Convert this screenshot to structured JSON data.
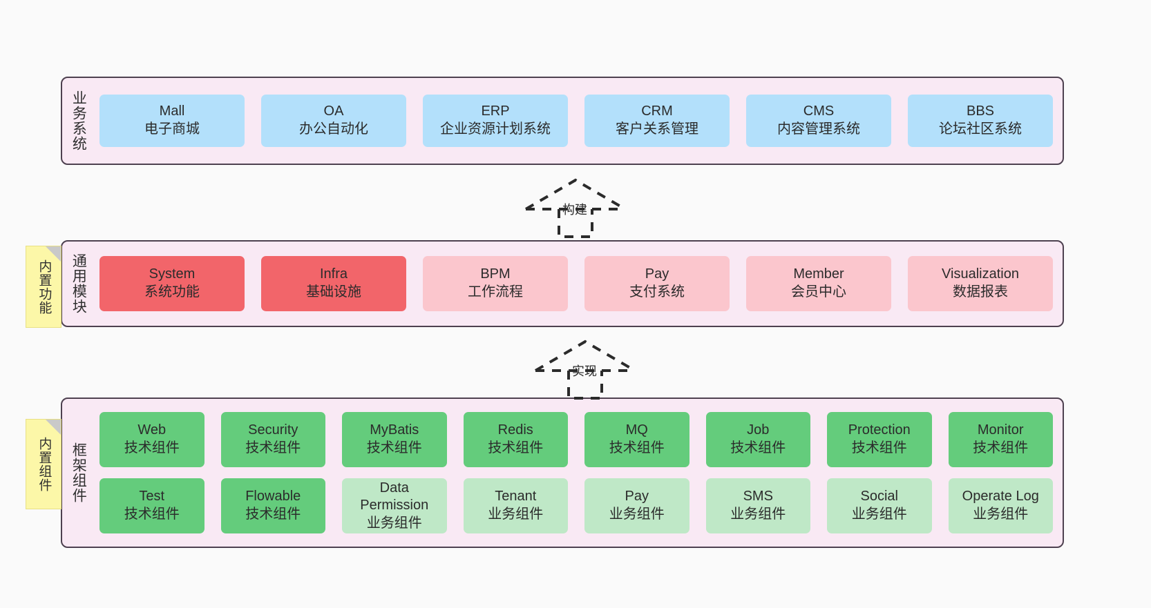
{
  "layers": [
    {
      "id": "business",
      "title": "业务系统",
      "rows": [
        {
          "cards": [
            {
              "name": "Mall",
              "sub": "电子商城",
              "color": "#b3e0fb"
            },
            {
              "name": "OA",
              "sub": "办公自动化",
              "color": "#b3e0fb"
            },
            {
              "name": "ERP",
              "sub": "企业资源计划系统",
              "color": "#b3e0fb"
            },
            {
              "name": "CRM",
              "sub": "客户关系管理",
              "color": "#b3e0fb"
            },
            {
              "name": "CMS",
              "sub": "内容管理系统",
              "color": "#b3e0fb"
            },
            {
              "name": "BBS",
              "sub": "论坛社区系统",
              "color": "#b3e0fb"
            }
          ]
        }
      ]
    },
    {
      "id": "modules",
      "title": "通用模块",
      "sticky": "内置功能",
      "rows": [
        {
          "cards": [
            {
              "name": "System",
              "sub": "系统功能",
              "color": "#f2656a"
            },
            {
              "name": "Infra",
              "sub": "基础设施",
              "color": "#f2656a"
            },
            {
              "name": "BPM",
              "sub": "工作流程",
              "color": "#fbc6cd"
            },
            {
              "name": "Pay",
              "sub": "支付系统",
              "color": "#fbc6cd"
            },
            {
              "name": "Member",
              "sub": "会员中心",
              "color": "#fbc6cd"
            },
            {
              "name": "Visualization",
              "sub": "数据报表",
              "color": "#fbc6cd"
            }
          ]
        }
      ]
    },
    {
      "id": "framework",
      "title": "框架组件",
      "sticky": "内置组件",
      "rows": [
        {
          "cards": [
            {
              "name": "Web",
              "sub": "技术组件",
              "color": "#64cc7c"
            },
            {
              "name": "Security",
              "sub": "技术组件",
              "color": "#64cc7c"
            },
            {
              "name": "MyBatis",
              "sub": "技术组件",
              "color": "#64cc7c"
            },
            {
              "name": "Redis",
              "sub": "技术组件",
              "color": "#64cc7c"
            },
            {
              "name": "MQ",
              "sub": "技术组件",
              "color": "#64cc7c"
            },
            {
              "name": "Job",
              "sub": "技术组件",
              "color": "#64cc7c"
            },
            {
              "name": "Protection",
              "sub": "技术组件",
              "color": "#64cc7c"
            },
            {
              "name": "Monitor",
              "sub": "技术组件",
              "color": "#64cc7c"
            }
          ]
        },
        {
          "cards": [
            {
              "name": "Test",
              "sub": "技术组件",
              "color": "#64cc7c"
            },
            {
              "name": "Flowable",
              "sub": "技术组件",
              "color": "#64cc7c"
            },
            {
              "name": "Data Permission",
              "sub": "业务组件",
              "color": "#bfe8c7"
            },
            {
              "name": "Tenant",
              "sub": "业务组件",
              "color": "#bfe8c7"
            },
            {
              "name": "Pay",
              "sub": "业务组件",
              "color": "#bfe8c7"
            },
            {
              "name": "SMS",
              "sub": "业务组件",
              "color": "#bfe8c7"
            },
            {
              "name": "Social",
              "sub": "业务组件",
              "color": "#bfe8c7"
            },
            {
              "name": "Operate Log",
              "sub": "业务组件",
              "color": "#bfe8c7"
            }
          ]
        }
      ]
    }
  ],
  "arrows": [
    {
      "id": "build",
      "label": "构建"
    },
    {
      "id": "impl",
      "label": "实现"
    }
  ],
  "colors": {
    "canvas": "#fafafa",
    "layer_background": "#f9e9f4",
    "layer_border": "#4d404f",
    "sticky_background": "#fcf7a8",
    "sticky_fold": "#c9c9c9",
    "arrow_stroke": "#2b2b2b",
    "business_card": "#b3e0fb",
    "module_core_card": "#f2656a",
    "module_card": "#fbc6cd",
    "framework_tech_card": "#64cc7c",
    "framework_business_card": "#bfe8c7"
  }
}
